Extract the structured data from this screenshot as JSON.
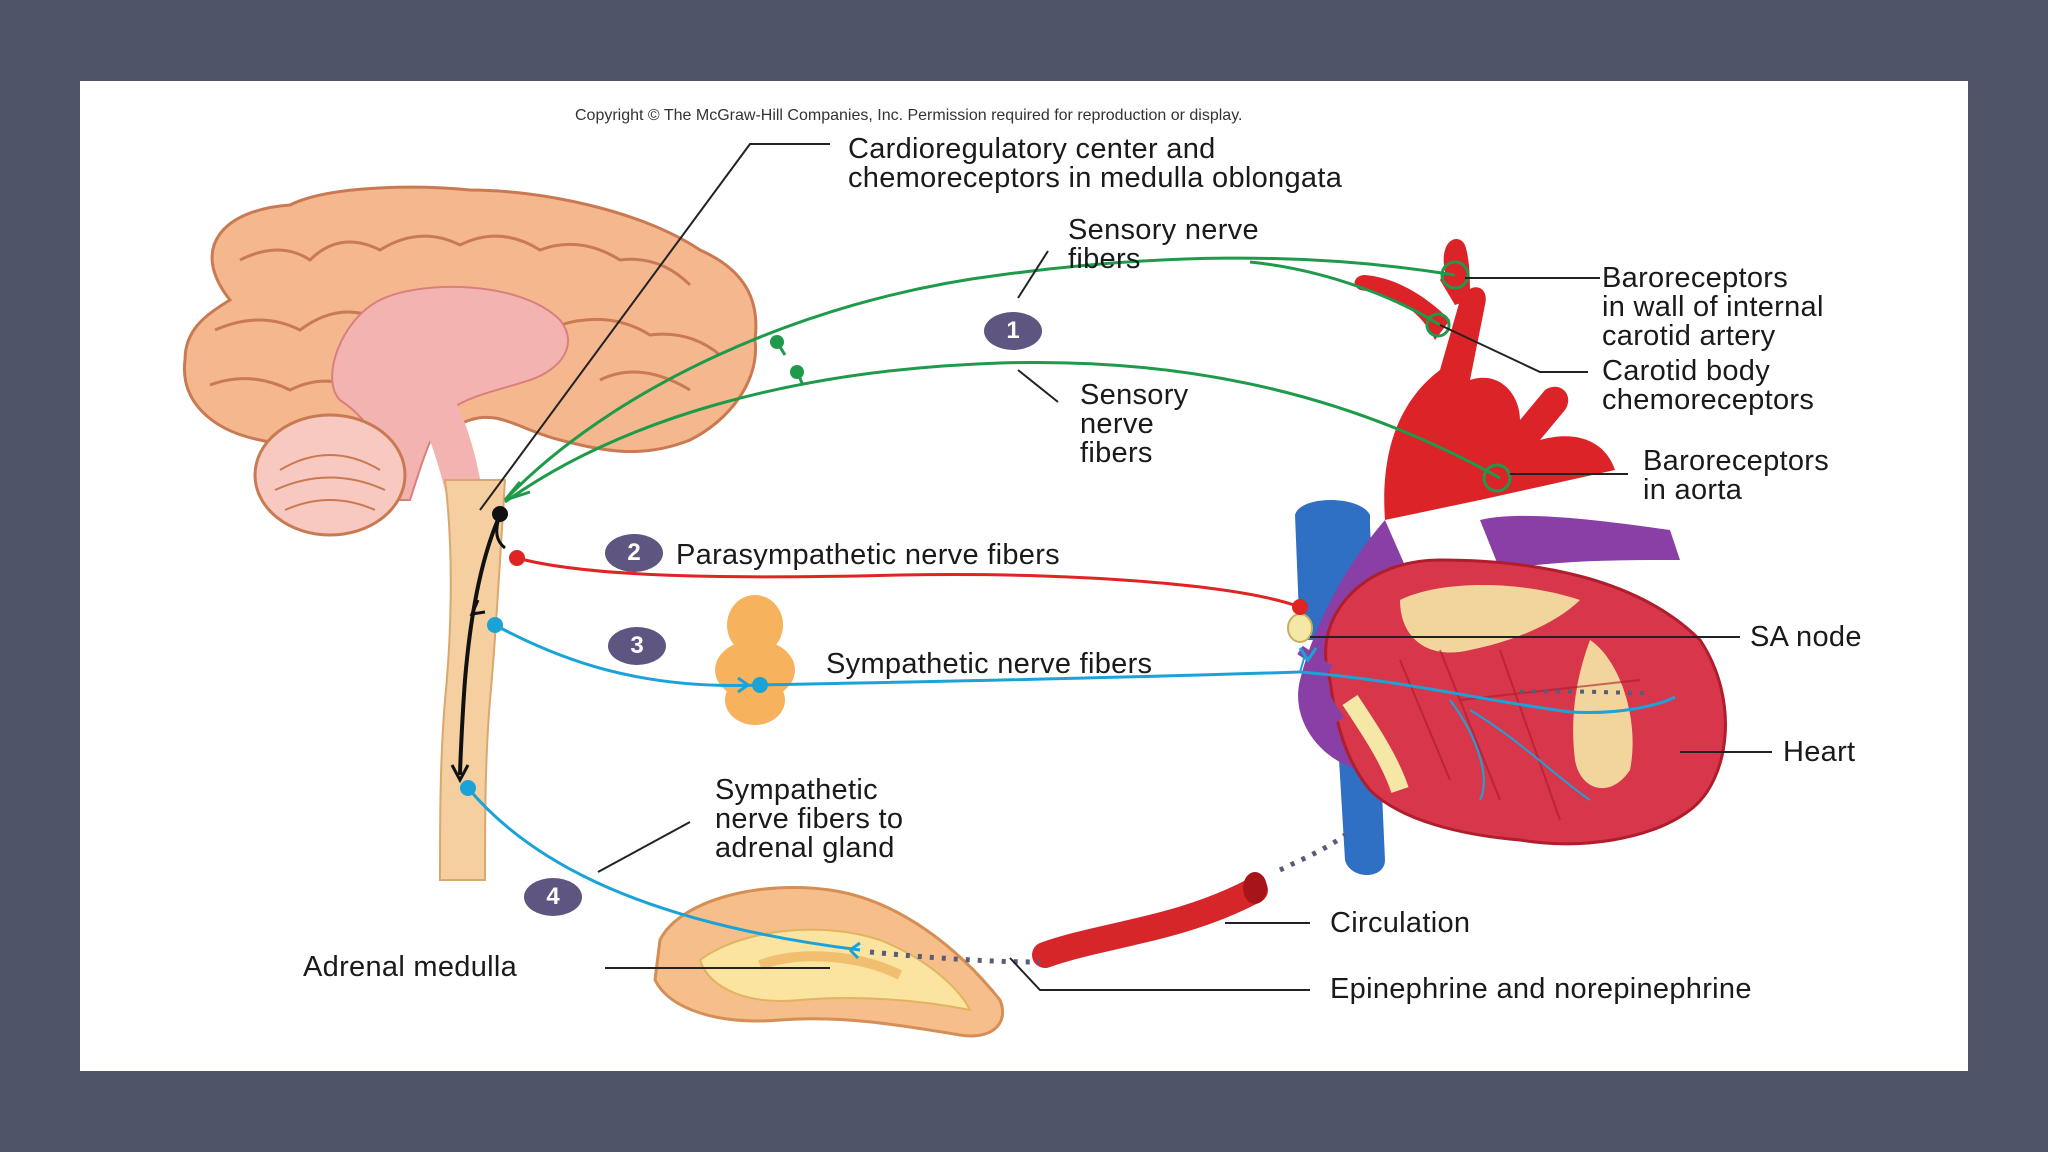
{
  "copyright": "Copyright © The McGraw-Hill Companies, Inc. Permission required for reproduction or display.",
  "labels": {
    "cardio_line1": "Cardioregulatory center and",
    "cardio_line2": "chemoreceptors in medulla oblongata",
    "sensory_top_line1": "Sensory nerve",
    "sensory_top_line2": "fibers",
    "sensory_mid_line1": "Sensory",
    "sensory_mid_line2": "nerve",
    "sensory_mid_line3": "fibers",
    "baro_carotid_line1": "Baroreceptors",
    "baro_carotid_line2": "in wall of internal",
    "baro_carotid_line3": "carotid artery",
    "carotid_body_line1": "Carotid body",
    "carotid_body_line2": "chemoreceptors",
    "baro_aorta_line1": "Baroreceptors",
    "baro_aorta_line2": "in aorta",
    "parasympathetic": "Parasympathetic nerve fibers",
    "sympathetic": "Sympathetic nerve fibers",
    "sa_node": "SA node",
    "heart": "Heart",
    "symp_adrenal_line1": "Sympathetic",
    "symp_adrenal_line2": "nerve fibers to",
    "symp_adrenal_line3": "adrenal gland",
    "circulation": "Circulation",
    "adrenal_medulla": "Adrenal medulla",
    "epinephrine": "Epinephrine and norepinephrine"
  },
  "steps": [
    "1",
    "2",
    "3",
    "4"
  ],
  "colors": {
    "background": "#4f5468",
    "sensory": "#1e9a4a",
    "parasympathetic": "#e02424",
    "sympathetic": "#1ba3d8",
    "step_badge": "#5e5580"
  }
}
